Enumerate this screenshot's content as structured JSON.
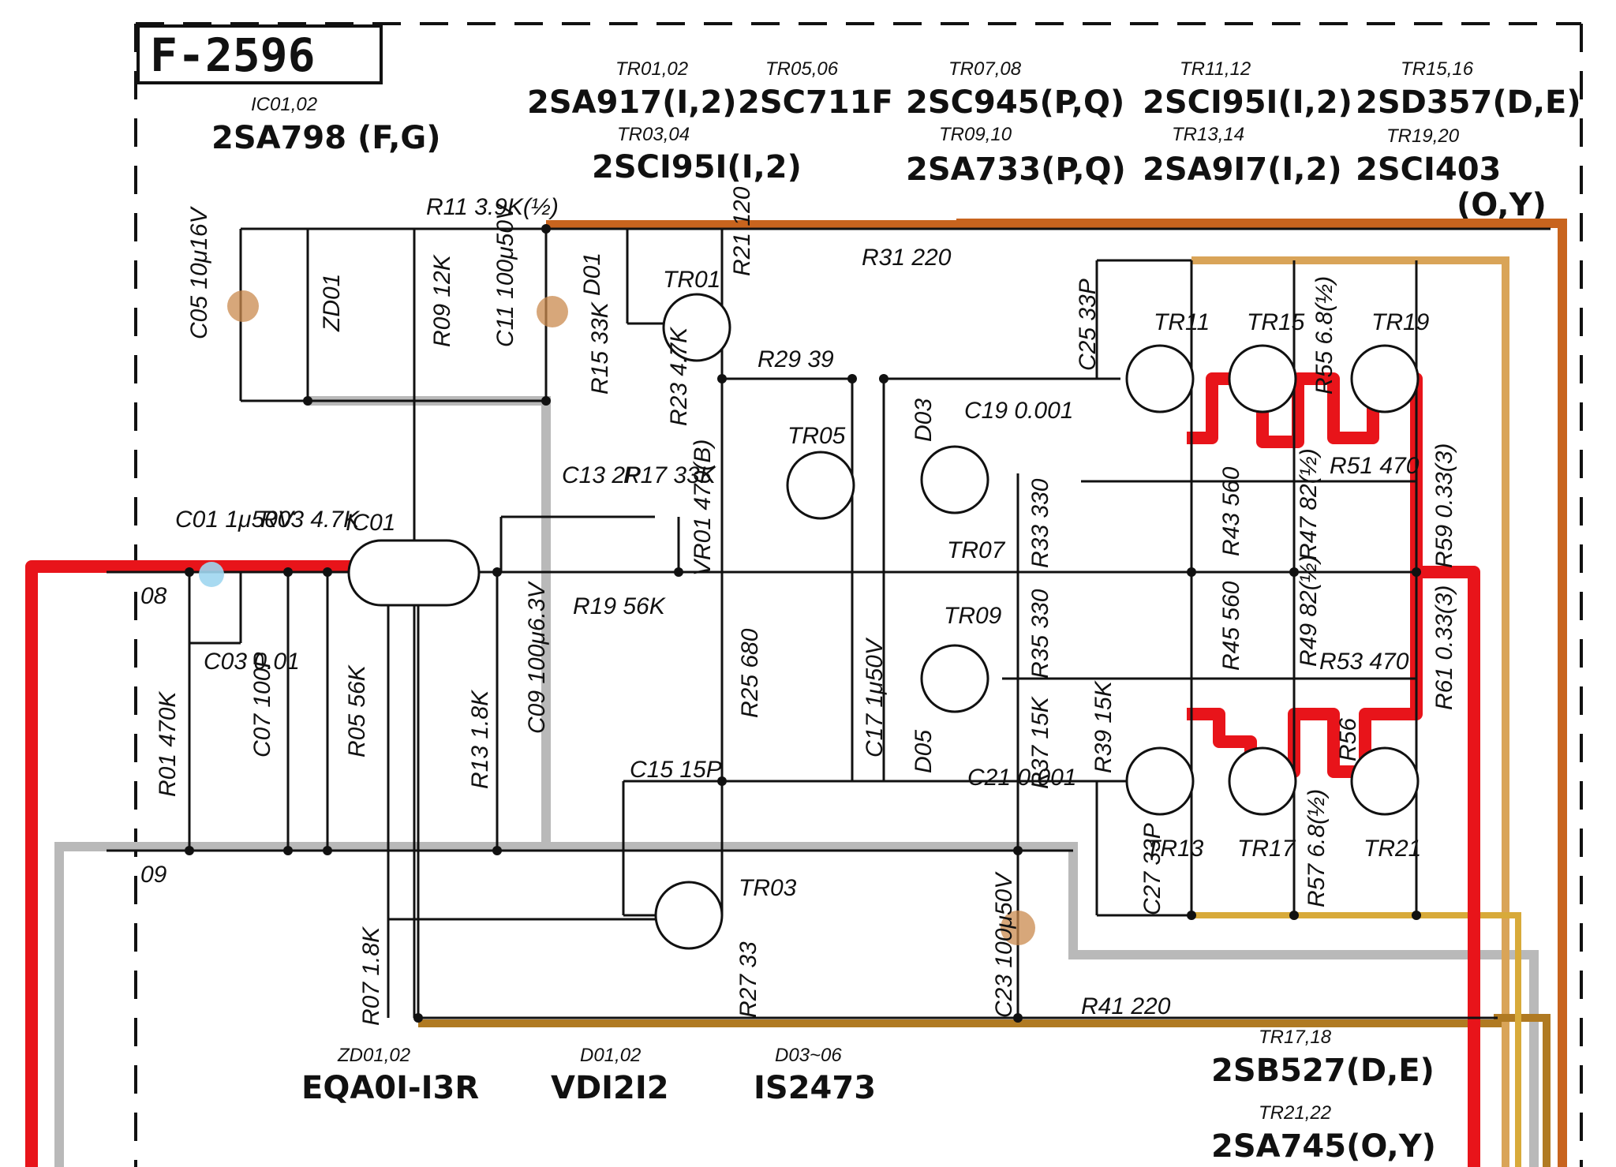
{
  "diagram_id": "F-2596",
  "part_groups": {
    "ic": {
      "ref": "IC01,02",
      "part": "2SA798 (F,G)"
    },
    "tr01_02": {
      "ref": "TR01,02",
      "part": "2SA917(I,2)"
    },
    "tr05_06": {
      "ref": "TR05,06",
      "part": "2SC711F"
    },
    "tr03_04": {
      "ref": "TR03,04",
      "part": "2SCI95I(I,2)"
    },
    "tr07_08": {
      "ref": "TR07,08",
      "part": "2SC945(P,Q)"
    },
    "tr09_10": {
      "ref": "TR09,10",
      "part": "2SA733(P,Q)"
    },
    "tr11_12": {
      "ref": "TR11,12",
      "part": "2SCI95I(I,2)"
    },
    "tr13_14": {
      "ref": "TR13,14",
      "part": "2SA9I7(I,2)"
    },
    "tr15_16": {
      "ref": "TR15,16",
      "part": "2SD357(D,E)"
    },
    "tr19_20": {
      "ref": "TR19,20",
      "part": "2SCI403"
    },
    "tr19_20_rank": "(O,Y)",
    "zd": {
      "ref": "ZD01,02",
      "part": "EQA0I-I3R"
    },
    "d01_02": {
      "ref": "D01,02",
      "part": "VDI2I2"
    },
    "d03_06": {
      "ref": "D03~06",
      "part": "IS2473"
    },
    "tr17_18": {
      "ref": "TR17,18",
      "part": "2SB527(D,E)"
    },
    "tr21_22": {
      "ref": "TR21,22",
      "part": "2SA745(O,Y)"
    }
  },
  "labels": {
    "r11": "R11 3.9K(½)",
    "r31": "R31 220",
    "c05": "C05 10μ16V",
    "zd01": "ZD01",
    "r09": "R09 12K",
    "c11": "C11 100μ50V",
    "d01": "D01",
    "tr01": "TR01",
    "r21": "R21 120",
    "r15": "R15 33K",
    "r23": "R23 4.7K",
    "r29": "R29 39",
    "tr05": "TR05",
    "vr01": "VR01 470(B)",
    "c13": "C13 2P",
    "r17": "R17 33K",
    "c01": "C01 1μ50V",
    "r03": "R03 4.7K",
    "ic01": "IC01",
    "node08": "08",
    "r19": "R19 56K",
    "c03": "C03 0.01",
    "c07": "C07 100P",
    "r05": "R05 56K",
    "r01": "R01 470K",
    "c09": "C09 100μ6.3V",
    "r13": "R13 1.8K",
    "r25": "R25 680",
    "c15": "C15 15P",
    "node09": "09",
    "tr03": "TR03",
    "r07": "R07 1.8K",
    "r27": "R27 33",
    "c17": "C17 1μ50V",
    "d03": "D03",
    "c19": "C19 0.001",
    "tr07": "TR07",
    "tr09": "TR09",
    "r33": "R33 330",
    "r35": "R35 330",
    "d05": "D05",
    "c21": "C21 0.001",
    "r37": "R37 15K",
    "r39": "R39 15K",
    "c23": "C23 100μ50V",
    "r41": "R41 220",
    "c25": "C25 33P",
    "tr11": "TR11",
    "tr15": "TR15",
    "r55": "R55 6.8(½)",
    "tr19": "TR19",
    "r51": "R51 470",
    "r59": "R59 0.33(3)",
    "r43": "R43 560",
    "r47": "R47 82(½)",
    "r45": "R45 560",
    "r49": "R49 82(½)",
    "r53": "R53 470",
    "r61": "R61 0.33(3)",
    "tr13": "TR13",
    "tr17": "TR17",
    "r56": "R56",
    "tr21": "TR21",
    "r57": "R57 6.8(½)",
    "c27": "C27 33P"
  },
  "colors": {
    "signal": "#e8141a",
    "ground": "#b9b9b9",
    "rail_positive": "#c8641e",
    "rail_negative": "#b07a22",
    "bias": "#d9a458",
    "cap_mark": "#c98a4d",
    "input_cap": "#9fd6ef"
  }
}
